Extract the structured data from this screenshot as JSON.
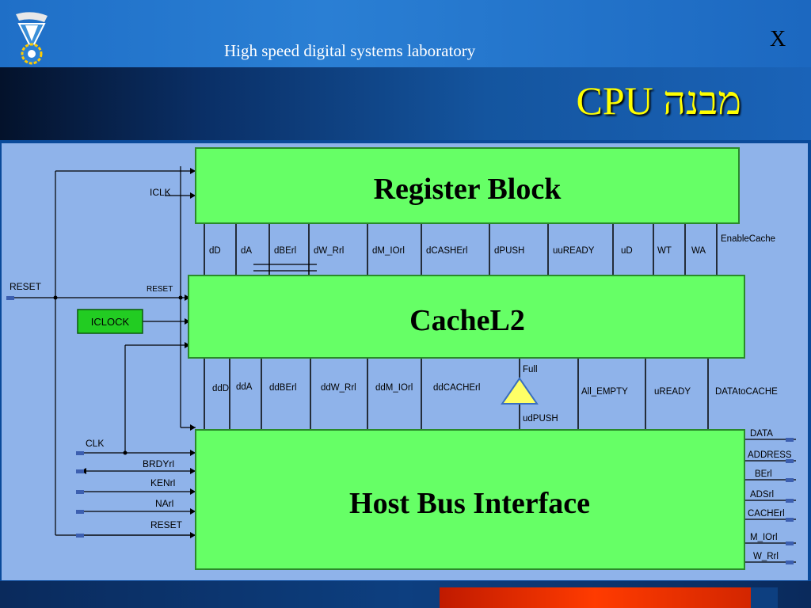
{
  "header": {
    "lab_name": "High speed digital systems laboratory",
    "close_label": "X",
    "title": "מבנה CPU"
  },
  "blocks": {
    "register_block": "Register Block",
    "cache": "CacheL2",
    "host_bus": "Host Bus Interface",
    "iclock": "ICLOCK"
  },
  "left_signals": {
    "iclk": "ICLK",
    "reset_in": "RESET",
    "reset_bus": "RESET",
    "clk": "CLK",
    "brdy": "BRDYrl",
    "ken": "KENrl",
    "na": "NArl",
    "reset_host": "RESET"
  },
  "upper_bus_signals": [
    "dD",
    "dA",
    "dBErl",
    "dW_Rrl",
    "dM_IOrl",
    "dCASHErl",
    "dPUSH",
    "uuREADY",
    "uD",
    "WT",
    "WA"
  ],
  "enable_cache": "EnableCache",
  "lower_bus_signals": [
    "ddD",
    "ddA",
    "ddBErl",
    "ddW_Rrl",
    "ddM_IOrl",
    "ddCACHErl",
    "All_EMPTY",
    "uREADY",
    "DATAtoCACHE"
  ],
  "buffer_labels": {
    "full": "Full",
    "udpush": "udPUSH"
  },
  "right_outputs": [
    "DATA",
    "ADDRESS",
    "BErl",
    "ADSrl",
    "CACHErl",
    "M_IOrl",
    "W_Rrl"
  ],
  "colors": {
    "block_green": "#66ff66",
    "title_yellow": "#ffff00",
    "panel_blue": "#8fb3ea",
    "buffer_yellow": "#ffff66"
  }
}
